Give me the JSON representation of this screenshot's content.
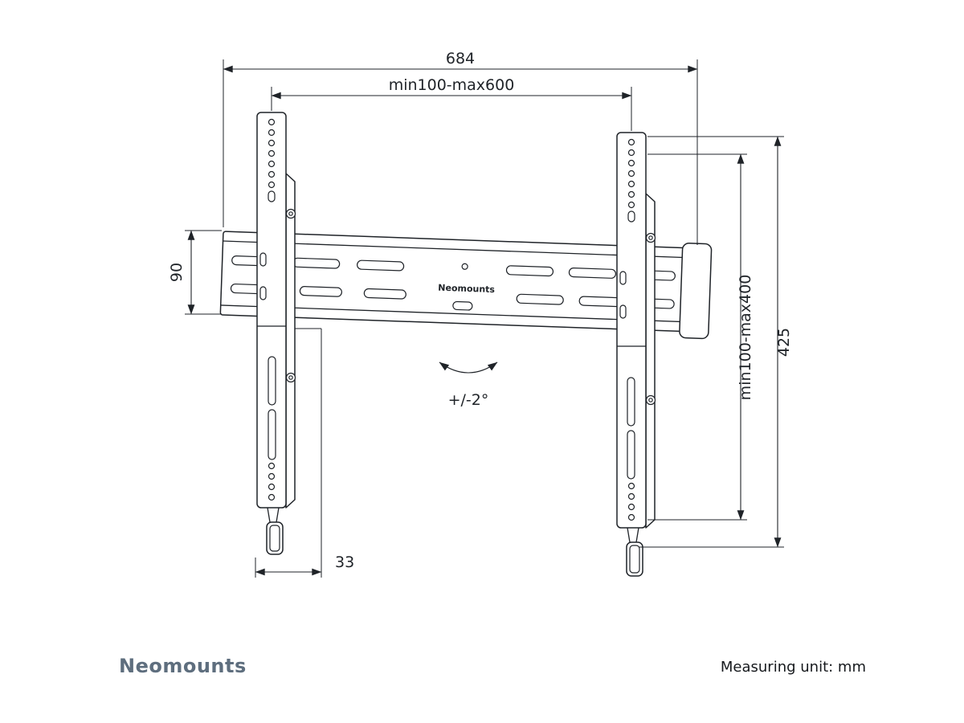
{
  "drawing": {
    "rail_brand_label": "Neomounts",
    "tilt_label": "+/-2°"
  },
  "dimensions": {
    "total_width": "684",
    "width_range": "min100-max600",
    "rail_height": "90",
    "height_range": "min100-max400",
    "total_height": "425",
    "depth": "33"
  },
  "footer": {
    "brand": "Neomounts",
    "measuring_unit": "Measuring unit: mm"
  },
  "colors": {
    "line": "#1f2328",
    "brand": "#5e6e7e",
    "text": "#16191d",
    "background": "#ffffff"
  }
}
